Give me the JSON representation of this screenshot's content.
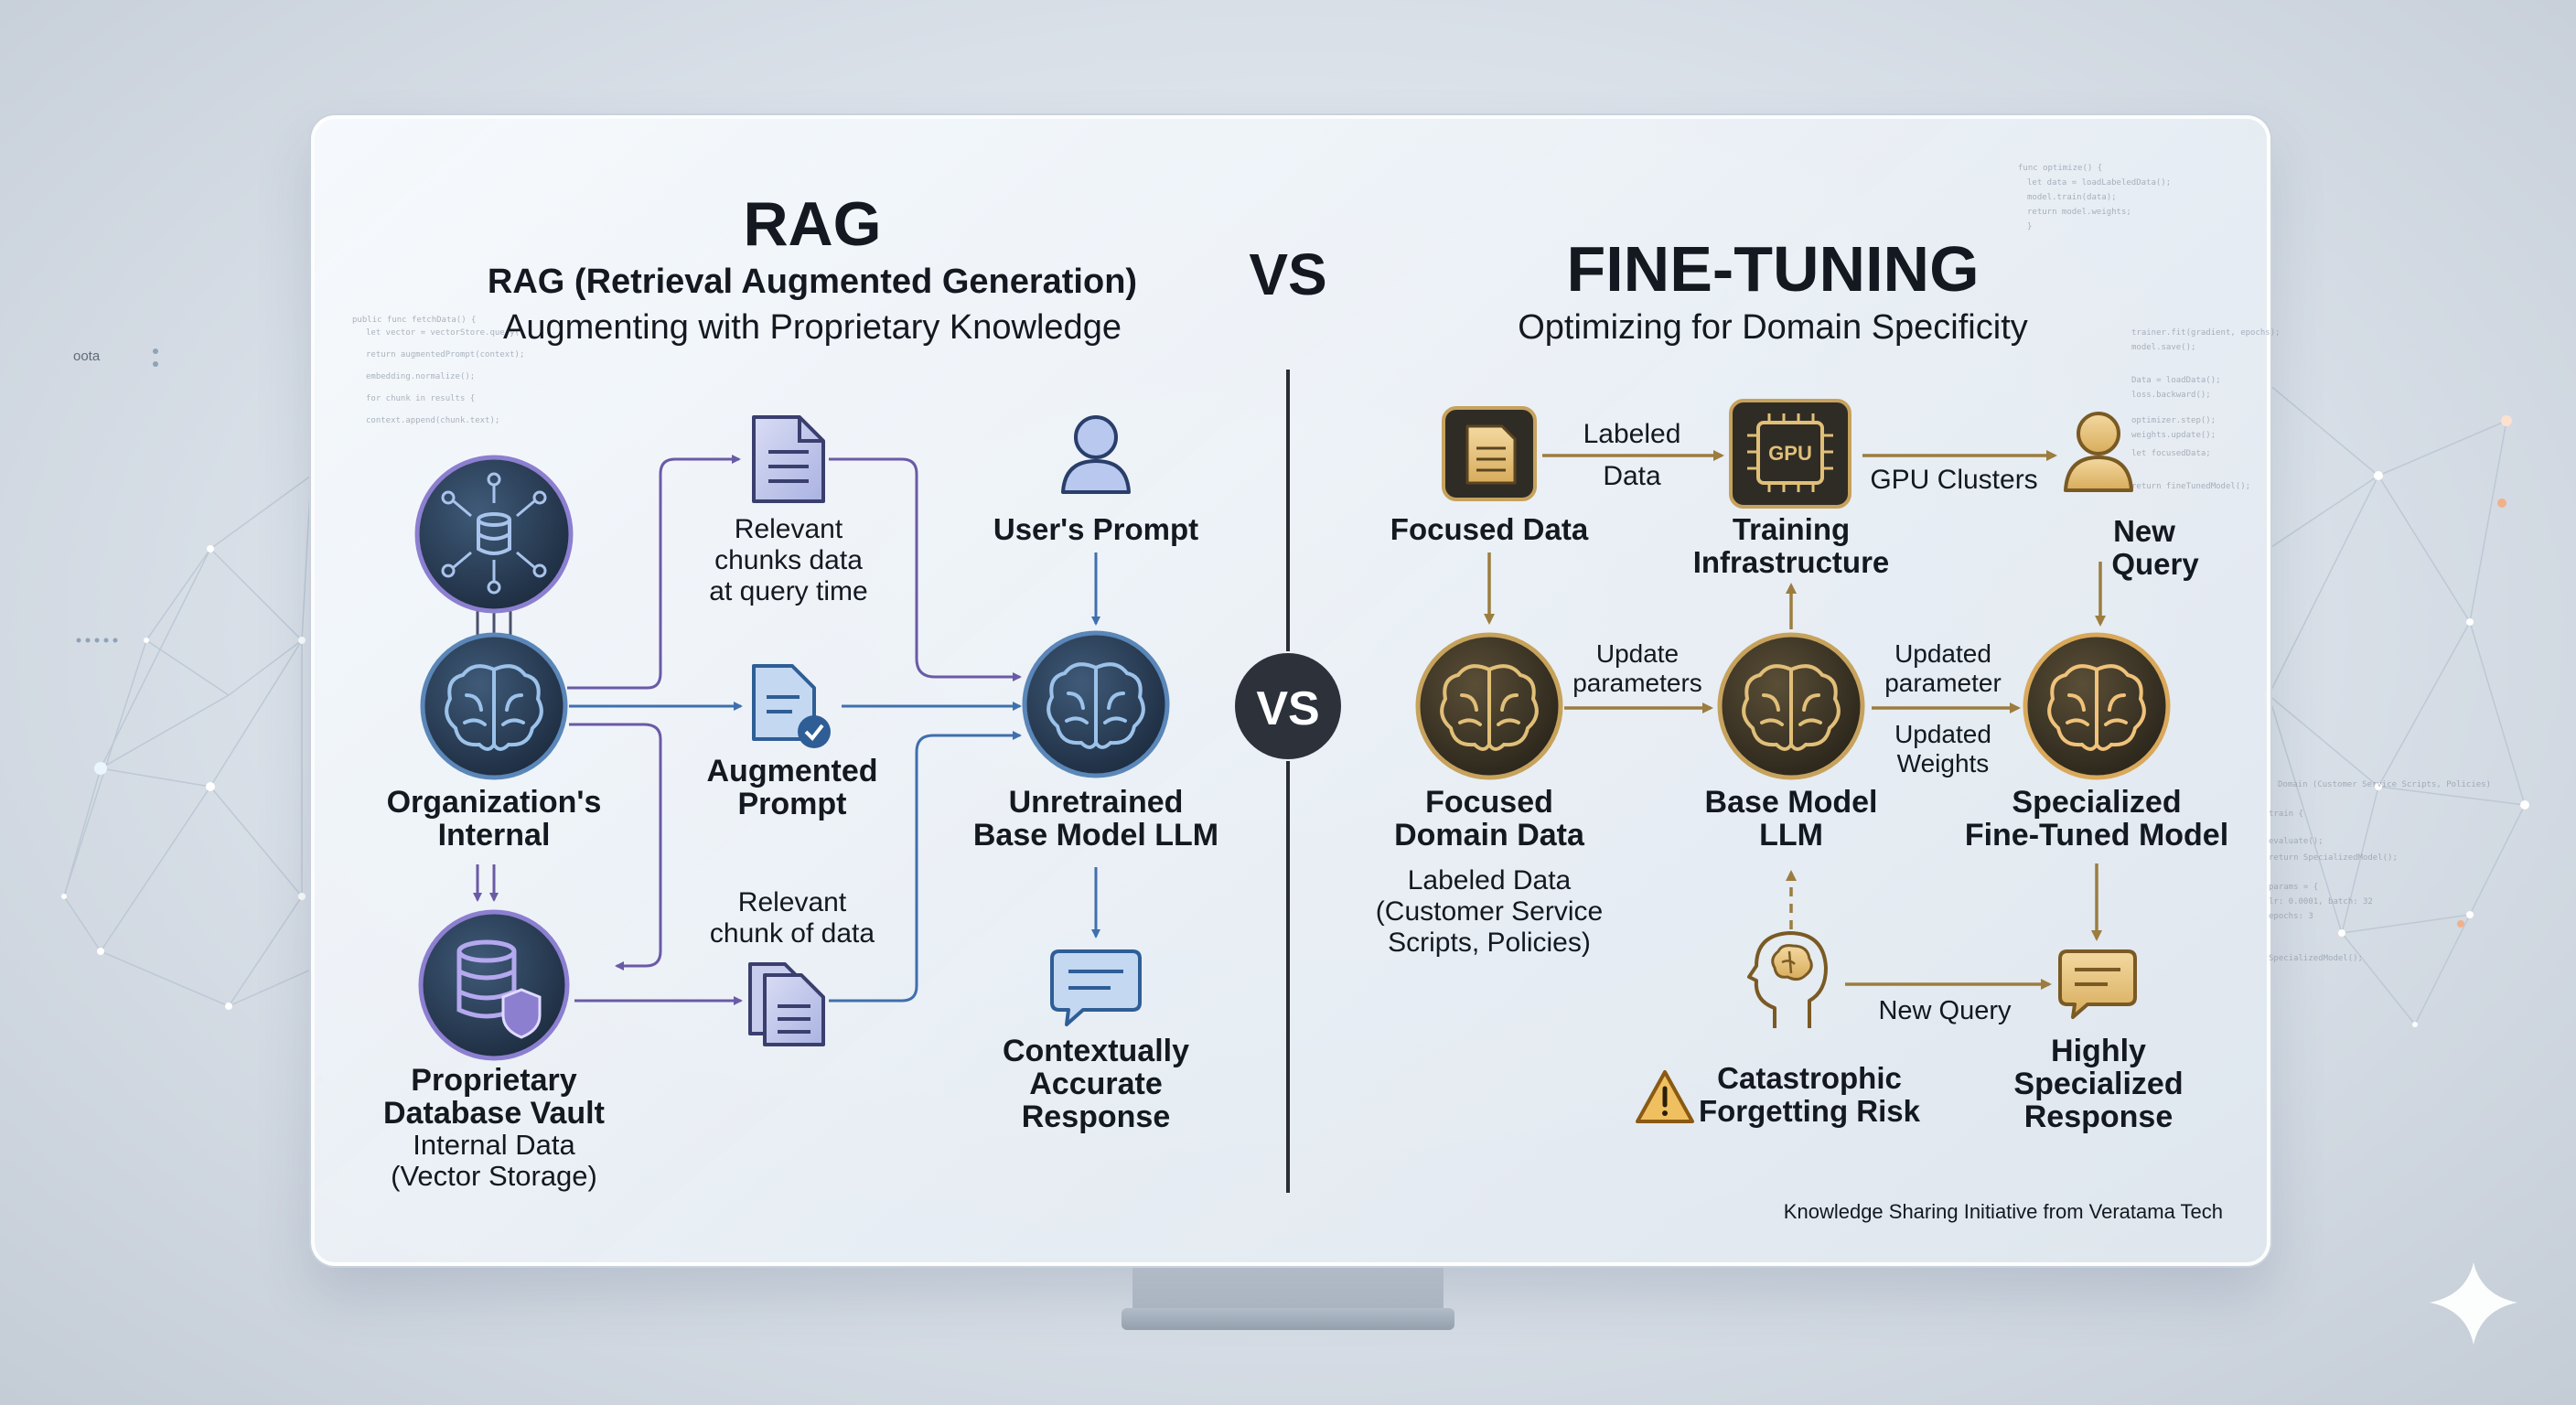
{
  "rag": {
    "title": "RAG",
    "subtitle": "RAG (Retrieval Augmented Generation)",
    "tagline": "Augmenting with Proprietary Knowledge",
    "nodes": {
      "org_internal": [
        "Organization's",
        "Internal"
      ],
      "vault": [
        "Proprietary",
        "Database Vault"
      ],
      "vault_desc": [
        "Internal Data",
        "(Vector Storage)"
      ],
      "relevant_chunks": [
        "Relevant",
        "chunks data",
        "at query time"
      ],
      "augmented_prompt": [
        "Augmented",
        "Prompt"
      ],
      "relevant_chunk": [
        "Relevant",
        "chunk of data"
      ],
      "user_prompt": "User's Prompt",
      "base_llm": [
        "Unretrained",
        "Base Model LLM"
      ],
      "response": [
        "Contextually",
        "Accurate",
        "Response"
      ]
    }
  },
  "vs": {
    "center": "VS",
    "badge": "VS"
  },
  "ft": {
    "title": "FINE-TUNING",
    "tagline": "Optimizing for Domain Specificity",
    "nodes": {
      "focused_data": "Focused Data",
      "labeled_data_edge": [
        "Labeled",
        "Data"
      ],
      "gpu_chip": "GPU",
      "training_infra": [
        "Training",
        "Infrastructure"
      ],
      "gpu_clusters": "GPU Clusters",
      "new_query_user": [
        "New",
        "Query"
      ],
      "focused_domain": [
        "Focused",
        "Domain Data"
      ],
      "focused_domain_desc": [
        "Labeled Data",
        "(Customer Service",
        "Scripts, Policies)"
      ],
      "update_params": [
        "Update",
        "parameters"
      ],
      "base_llm": [
        "Base Model",
        "LLM"
      ],
      "updated_param": [
        "Updated",
        "parameter"
      ],
      "updated_weights": [
        "Updated",
        "Weights"
      ],
      "specialized_model": [
        "Specialized",
        "Fine-Tuned Model"
      ],
      "new_query_edge": "New Query",
      "risk": [
        "Catastrophic",
        "Forgetting Risk"
      ],
      "response": [
        "Highly",
        "Specialized",
        "Response"
      ]
    }
  },
  "footer": "Knowledge Sharing Initiative from Veratama Tech",
  "side_labels": {
    "left_small": "oota"
  },
  "colors": {
    "rag_accent": "#6a5aa6",
    "rag_blue": "#3f6fae",
    "ft_gold": "#b8924a",
    "ft_dark": "#2f2c25",
    "text": "#141820"
  },
  "icons": [
    "database-network-icon",
    "brain-icon",
    "database-shield-icon",
    "document-icon",
    "document-check-icon",
    "documents-icon",
    "user-icon",
    "chat-bubble-icon",
    "gpu-chip-icon",
    "head-brain-icon",
    "warning-icon",
    "sparkle-icon"
  ]
}
